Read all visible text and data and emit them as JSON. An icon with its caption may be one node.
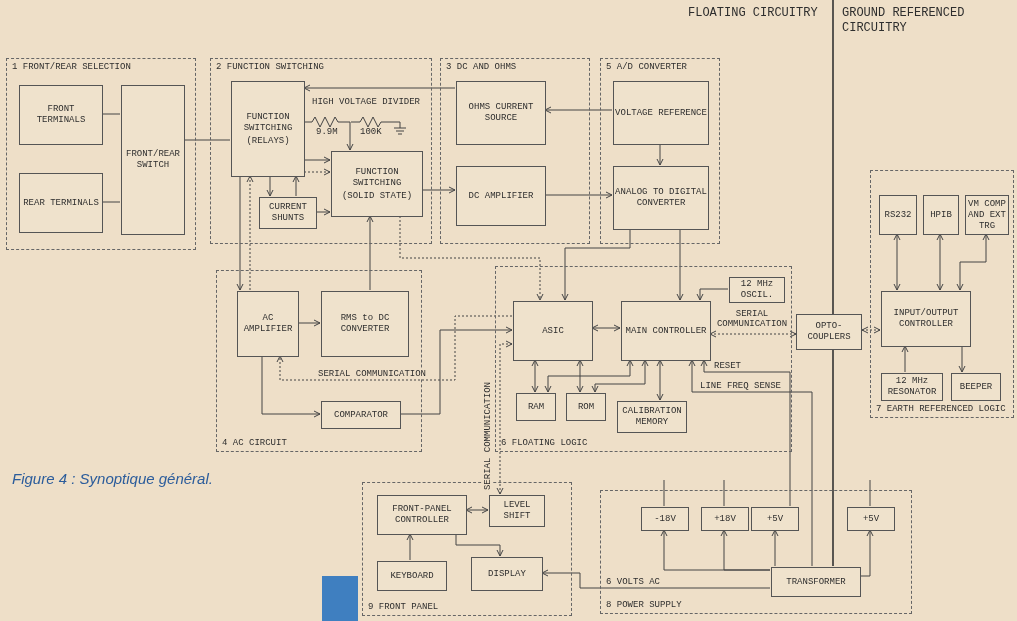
{
  "diagram": {
    "caption": "Figure 4 : Synoptique général.",
    "nodes": [
      {
        "text": [
          "1 FRONT/REAR SELECTION"
        ]
      },
      {
        "text": [
          "FRONT TERMINALS"
        ],
        "in": 0
      },
      {
        "text": [
          "REAR TERMINALS"
        ],
        "in": 0
      },
      {
        "text": [
          "FRONT/REAR SWITCH"
        ],
        "in": 0
      },
      {
        "text": [
          "2 FUNCTION SWITCHING"
        ]
      },
      {
        "text": [
          "FUNCTION SWITCHING",
          "(RELAYS)"
        ],
        "in": 4
      },
      {
        "text": [
          "FUNCTION SWITCHING",
          "(SOLID STATE)"
        ],
        "in": 4
      },
      {
        "text": [
          "CURRENT SHUNTS"
        ],
        "in": 4
      },
      {
        "text": [
          "3 DC AND OHMS"
        ]
      },
      {
        "text": [
          "OHMS CURRENT SOURCE"
        ],
        "in": 8
      },
      {
        "text": [
          "DC AMPLIFIER"
        ],
        "in": 8
      },
      {
        "text": [
          "5 A/D CONVERTER"
        ]
      },
      {
        "text": [
          "VOLTAGE REFERENCE"
        ],
        "in": 11
      },
      {
        "text": [
          "ANALOG TO DIGITAL CONVERTER"
        ],
        "in": 11
      },
      {
        "text": [
          "4 AC CIRCUIT"
        ]
      },
      {
        "text": [
          "AC AMPLIFIER"
        ],
        "in": 14
      },
      {
        "text": [
          "RMS to DC CONVERTER"
        ],
        "in": 14
      },
      {
        "text": [
          "COMPARATOR"
        ],
        "in": 14
      },
      {
        "text": [
          "6 FLOATING LOGIC"
        ]
      },
      {
        "text": [
          "ASIC"
        ],
        "in": 18
      },
      {
        "text": [
          "MAIN CONTROLLER"
        ],
        "in": 18
      },
      {
        "text": [
          "12 MHz OSCIL."
        ],
        "in": 18
      },
      {
        "text": [
          "RAM"
        ],
        "in": 18
      },
      {
        "text": [
          "ROM"
        ],
        "in": 18
      },
      {
        "text": [
          "CALIBRATION MEMORY"
        ],
        "in": 18
      },
      {
        "text": [
          "OPTO- COUPLERS"
        ]
      },
      {
        "text": [
          "7 EARTH REFERENCED LOGIC"
        ]
      },
      {
        "text": [
          "RS232"
        ],
        "in": 26
      },
      {
        "text": [
          "HPIB"
        ],
        "in": 26
      },
      {
        "text": [
          "VM COMP AND EXT TRG"
        ],
        "in": 26
      },
      {
        "text": [
          "INPUT/OUTPUT CONTROLLER"
        ],
        "in": 26
      },
      {
        "text": [
          "12 MHz RESONATOR"
        ],
        "in": 26
      },
      {
        "text": [
          "BEEPER"
        ],
        "in": 26
      },
      {
        "text": [
          "9 FRONT PANEL"
        ]
      },
      {
        "text": [
          "FRONT-PANEL CONTROLLER"
        ],
        "in": 33
      },
      {
        "text": [
          "LEVEL SHIFT"
        ],
        "in": 33
      },
      {
        "text": [
          "KEYBOARD"
        ],
        "in": 33
      },
      {
        "text": [
          "DISPLAY"
        ],
        "in": 33
      },
      {
        "text": [
          "8 POWER SUPPLY"
        ]
      },
      {
        "text": [
          "-18V"
        ],
        "in": 38
      },
      {
        "text": [
          "+18V"
        ],
        "in": 38
      },
      {
        "text": [
          "+5V"
        ],
        "in": 38
      },
      {
        "text": [
          "+5V"
        ],
        "in": 38
      },
      {
        "text": [
          "TRANSFORMER"
        ],
        "in": 38
      }
    ],
    "edges": [
      {
        "from": 1,
        "to": 3,
        "arrow": "none"
      },
      {
        "from": 2,
        "to": 3,
        "arrow": "none"
      },
      {
        "from": 3,
        "to": 5,
        "arrow": "none"
      },
      {
        "from": 9,
        "to": 5,
        "arrow": "to"
      },
      {
        "from": 5,
        "to": 6,
        "arrow": "to",
        "label": "HIGH VOLTAGE DIVIDER"
      },
      {
        "from": 5,
        "to": 6,
        "arrow": "to"
      },
      {
        "from": 5,
        "to": 6,
        "arrow": "to",
        "style": "dashed"
      },
      {
        "from": 5,
        "to": 7,
        "arrow": "to"
      },
      {
        "from": 7,
        "to": 5,
        "arrow": "to"
      },
      {
        "from": 7,
        "to": 6,
        "arrow": "to"
      },
      {
        "from": 6,
        "to": 10,
        "arrow": "to"
      },
      {
        "from": 12,
        "to": 9,
        "arrow": "to"
      },
      {
        "from": 12,
        "to": 13,
        "arrow": "to"
      },
      {
        "from": 10,
        "to": 13,
        "arrow": "to"
      },
      {
        "from": 16,
        "to": 6,
        "arrow": "to"
      },
      {
        "from": 5,
        "to": 15,
        "arrow": "to"
      },
      {
        "from": 15,
        "to": 5,
        "arrow": "to",
        "style": "dashed"
      },
      {
        "from": 6,
        "to": 19,
        "arrow": "to",
        "style": "dashed"
      },
      {
        "from": 15,
        "to": 16,
        "arrow": "to"
      },
      {
        "from": 15,
        "to": 17,
        "arrow": "to"
      },
      {
        "from": 19,
        "to": 15,
        "arrow": "to",
        "style": "dashed",
        "label": "SERIAL COMMUNICATION"
      },
      {
        "from": 17,
        "to": 19,
        "arrow": "to"
      },
      {
        "from": 35,
        "to": 19,
        "arrow": "both",
        "style": "dashed",
        "label": "SERIAL COMMUNICATION"
      },
      {
        "from": 13,
        "to": 19,
        "arrow": "to"
      },
      {
        "from": 13,
        "to": 20,
        "arrow": "to"
      },
      {
        "from": 19,
        "to": 20,
        "arrow": "both"
      },
      {
        "from": 21,
        "to": 20,
        "arrow": "to"
      },
      {
        "from": 19,
        "to": 22,
        "arrow": "both"
      },
      {
        "from": 20,
        "to": 22,
        "arrow": "both"
      },
      {
        "from": 19,
        "to": 23,
        "arrow": "both"
      },
      {
        "from": 20,
        "to": 23,
        "arrow": "both"
      },
      {
        "from": 20,
        "to": 24,
        "arrow": "both"
      },
      {
        "from": 41,
        "to": 20,
        "arrow": "to",
        "label": "RESET"
      },
      {
        "from": 43,
        "to": 20,
        "arrow": "to",
        "label": "LINE FREQ SENSE"
      },
      {
        "from": 20,
        "to": 25,
        "arrow": "both",
        "style": "dashed",
        "label": "SERIAL COMMUNICATION"
      },
      {
        "from": 25,
        "to": 30,
        "arrow": "both",
        "style": "dashed"
      },
      {
        "from": 30,
        "to": 27,
        "arrow": "both"
      },
      {
        "from": 30,
        "to": 28,
        "arrow": "both"
      },
      {
        "from": 30,
        "to": 29,
        "arrow": "both"
      },
      {
        "from": 31,
        "to": 30,
        "arrow": "to"
      },
      {
        "from": 30,
        "to": 32,
        "arrow": "to"
      },
      {
        "from": 36,
        "to": 34,
        "arrow": "to"
      },
      {
        "from": 34,
        "to": 37,
        "arrow": "to"
      },
      {
        "from": 34,
        "to": 35,
        "arrow": "both"
      },
      {
        "from": 43,
        "to": 37,
        "arrow": "to",
        "label": "6 VOLTS AC"
      },
      {
        "from": 43,
        "to": 39,
        "arrow": "to"
      },
      {
        "from": 43,
        "to": 40,
        "arrow": "to"
      },
      {
        "from": 43,
        "to": 41,
        "arrow": "to"
      },
      {
        "from": 43,
        "to": 42,
        "arrow": "to"
      },
      {
        "from": 39,
        "to": null,
        "arrow": "none"
      },
      {
        "from": 40,
        "to": null,
        "arrow": "none"
      },
      {
        "from": 42,
        "to": null,
        "arrow": "none"
      }
    ],
    "labels": [
      "FLOATING CIRCUITRY",
      "GROUND REFERENCED CIRCUITRY",
      "9.9M",
      "100K"
    ]
  }
}
